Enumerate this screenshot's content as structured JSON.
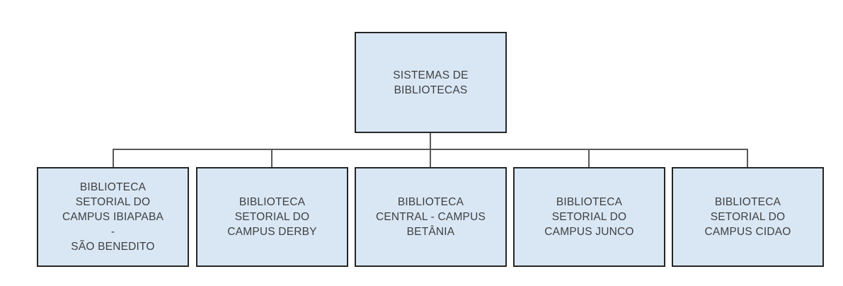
{
  "org": {
    "root": {
      "label": "SISTEMAS DE\nBIBLIOTECAS"
    },
    "children": [
      {
        "label": "BIBLIOTECA\nSETORIAL DO\nCAMPUS IBIAPABA\n-\nSÃO BENEDITO"
      },
      {
        "label": "BIBLIOTECA\nSETORIAL DO\nCAMPUS DERBY"
      },
      {
        "label": "BIBLIOTECA\nCENTRAL - CAMPUS\nBETÂNIA"
      },
      {
        "label": "BIBLIOTECA\nSETORIAL DO\nCAMPUS JUNCO"
      },
      {
        "label": "BIBLIOTECA\nSETORIAL DO\nCAMPUS CIDAO"
      }
    ],
    "colors": {
      "node_fill": "#d9e7f5",
      "node_border": "#262626",
      "connector_line": "#595959",
      "text": "#3f3f3f"
    }
  }
}
